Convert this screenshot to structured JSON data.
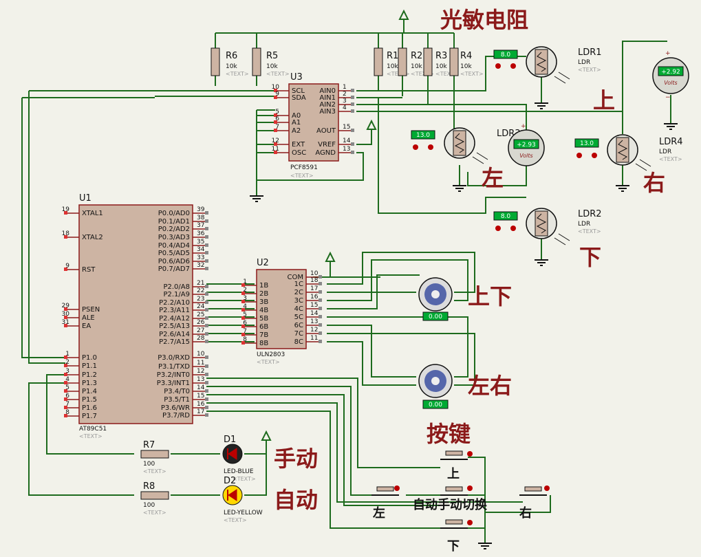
{
  "annotations": {
    "ldr_title": "光敏电阻",
    "shang": "上",
    "zuo": "左",
    "you": "右",
    "xia": "下",
    "shangxia": "上下",
    "zuoyou": "左右",
    "anjian": "按键",
    "shoudong": "手动",
    "zidong": "自动",
    "btn_up": "上",
    "btn_left": "左",
    "btn_right": "右",
    "btn_down": "下",
    "btn_switch": "自动手动切换"
  },
  "parts": {
    "u1": {
      "ref": "U1",
      "type": "AT89C51",
      "text": "<TEXT>"
    },
    "u2": {
      "ref": "U2",
      "type": "ULN2803",
      "text": "<TEXT>"
    },
    "u3": {
      "ref": "U3",
      "type": "PCF8591",
      "text": "<TEXT>"
    },
    "r1": {
      "ref": "R1",
      "value": "10k",
      "text": "<TEXT>"
    },
    "r2": {
      "ref": "R2",
      "value": "10k",
      "text": "<TEXT>"
    },
    "r3": {
      "ref": "R3",
      "value": "10k",
      "text": "<TEXT>"
    },
    "r4": {
      "ref": "R4",
      "value": "10k",
      "text": "<TEXT>"
    },
    "r5": {
      "ref": "R5",
      "value": "10k",
      "text": "<TEXT>"
    },
    "r6": {
      "ref": "R6",
      "value": "10k",
      "text": "<TEXT>"
    },
    "r7": {
      "ref": "R7",
      "value": "100",
      "text": "<TEXT>"
    },
    "r8": {
      "ref": "R8",
      "value": "100",
      "text": "<TEXT>"
    },
    "d1": {
      "ref": "D1",
      "type": "LED-BLUE",
      "text": "<TEXT>"
    },
    "d2": {
      "ref": "D2",
      "type": "LED-YELLOW",
      "text": "<TEXT>"
    },
    "ldr1": {
      "ref": "LDR1",
      "type": "LDR",
      "text": "<TEXT>",
      "reading": "8.0"
    },
    "ldr2": {
      "ref": "LDR2",
      "type": "LDR",
      "text": "<TEXT>",
      "reading": "8.0"
    },
    "ldr3": {
      "ref": "LDR3",
      "type": "LDR",
      "text": "<TEXT>",
      "reading": "13.0"
    },
    "ldr4": {
      "ref": "LDR4",
      "type": "LDR",
      "text": "<TEXT>",
      "reading": "13.0"
    },
    "vm1": {
      "value": "+2.92",
      "unit": "Volts"
    },
    "vm2": {
      "value": "+2.93",
      "unit": "Volts"
    },
    "motor1": {
      "value": "0.00"
    },
    "motor2": {
      "value": "0.00"
    }
  },
  "pins": {
    "u1_left": [
      {
        "num": "19",
        "name": "XTAL1"
      },
      {
        "num": "18",
        "name": "XTAL2"
      },
      {
        "num": "9",
        "name": "RST"
      },
      {
        "num": "29",
        "name": "PSEN"
      },
      {
        "num": "30",
        "name": "ALE"
      },
      {
        "num": "31",
        "name": "EA"
      },
      {
        "num": "1",
        "name": "P1.0"
      },
      {
        "num": "2",
        "name": "P1.1"
      },
      {
        "num": "3",
        "name": "P1.2"
      },
      {
        "num": "4",
        "name": "P1.3"
      },
      {
        "num": "5",
        "name": "P1.4"
      },
      {
        "num": "6",
        "name": "P1.5"
      },
      {
        "num": "7",
        "name": "P1.6"
      },
      {
        "num": "8",
        "name": "P1.7"
      }
    ],
    "u1_right": [
      {
        "num": "39",
        "name": "P0.0/AD0"
      },
      {
        "num": "38",
        "name": "P0.1/AD1"
      },
      {
        "num": "37",
        "name": "P0.2/AD2"
      },
      {
        "num": "36",
        "name": "P0.3/AD3"
      },
      {
        "num": "35",
        "name": "P0.4/AD4"
      },
      {
        "num": "34",
        "name": "P0.5/AD5"
      },
      {
        "num": "33",
        "name": "P0.6/AD6"
      },
      {
        "num": "32",
        "name": "P0.7/AD7"
      },
      {
        "num": "21",
        "name": "P2.0/A8"
      },
      {
        "num": "22",
        "name": "P2.1/A9"
      },
      {
        "num": "23",
        "name": "P2.2/A10"
      },
      {
        "num": "24",
        "name": "P2.3/A11"
      },
      {
        "num": "25",
        "name": "P2.4/A12"
      },
      {
        "num": "26",
        "name": "P2.5/A13"
      },
      {
        "num": "27",
        "name": "P2.6/A14"
      },
      {
        "num": "28",
        "name": "P2.7/A15"
      },
      {
        "num": "10",
        "name": "P3.0/RXD"
      },
      {
        "num": "11",
        "name": "P3.1/TXD"
      },
      {
        "num": "12",
        "name": "P3.2/INT0"
      },
      {
        "num": "13",
        "name": "P3.3/INT1"
      },
      {
        "num": "14",
        "name": "P3.4/T0"
      },
      {
        "num": "15",
        "name": "P3.5/T1"
      },
      {
        "num": "16",
        "name": "P3.6/WR"
      },
      {
        "num": "17",
        "name": "P3.7/RD"
      }
    ],
    "u2_left": [
      {
        "num": "1",
        "name": "1B"
      },
      {
        "num": "2",
        "name": "2B"
      },
      {
        "num": "3",
        "name": "3B"
      },
      {
        "num": "4",
        "name": "4B"
      },
      {
        "num": "5",
        "name": "5B"
      },
      {
        "num": "6",
        "name": "6B"
      },
      {
        "num": "7",
        "name": "7B"
      },
      {
        "num": "8",
        "name": "8B"
      }
    ],
    "u2_right": [
      {
        "num": "10",
        "name": "COM"
      },
      {
        "num": "18",
        "name": "1C"
      },
      {
        "num": "17",
        "name": "2C"
      },
      {
        "num": "16",
        "name": "3C"
      },
      {
        "num": "15",
        "name": "4C"
      },
      {
        "num": "14",
        "name": "5C"
      },
      {
        "num": "13",
        "name": "6C"
      },
      {
        "num": "12",
        "name": "7C"
      },
      {
        "num": "11",
        "name": "8C"
      }
    ],
    "u3_left": [
      {
        "num": "10",
        "name": "SCL"
      },
      {
        "num": "9",
        "name": "SDA"
      },
      {
        "num": "5",
        "name": "A0"
      },
      {
        "num": "6",
        "name": "A1"
      },
      {
        "num": "7",
        "name": "A2"
      },
      {
        "num": "12",
        "name": "EXT"
      },
      {
        "num": "11",
        "name": "OSC"
      }
    ],
    "u3_right": [
      {
        "num": "1",
        "name": "AIN0"
      },
      {
        "num": "2",
        "name": "AIN1"
      },
      {
        "num": "3",
        "name": "AIN2"
      },
      {
        "num": "4",
        "name": "AIN3"
      },
      {
        "num": "15",
        "name": "AOUT"
      },
      {
        "num": "14",
        "name": "VREF"
      },
      {
        "num": "13",
        "name": "AGND"
      }
    ]
  }
}
